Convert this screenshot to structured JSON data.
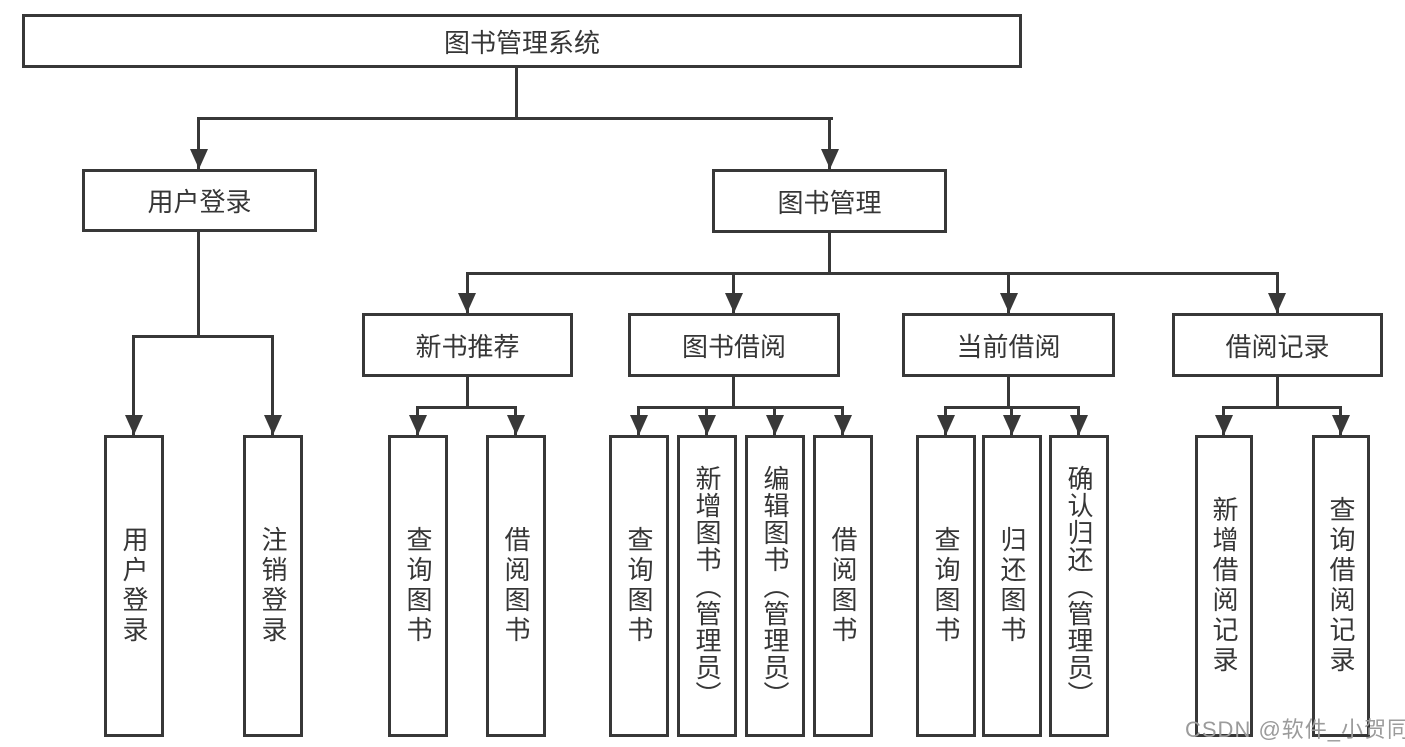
{
  "colors": {
    "background": "#ffffff",
    "line": "#383838",
    "box_border": "#383838",
    "text": "#363636",
    "watermark": "#9b9b9b"
  },
  "root": {
    "label": "图书管理系统"
  },
  "user_login": {
    "label": "用户登录",
    "children": [
      {
        "label": "用户登录"
      },
      {
        "label": "注销登录"
      }
    ]
  },
  "book_management": {
    "label": "图书管理",
    "sections": {
      "new_books": {
        "label": "新书推荐",
        "children": [
          {
            "label": "查询图书"
          },
          {
            "label": "借阅图书"
          }
        ]
      },
      "book_borrow": {
        "label": "图书借阅",
        "children": [
          {
            "label": "查询图书"
          },
          {
            "label": "新增图书（管理员）"
          },
          {
            "label": "编辑图书（管理员）"
          },
          {
            "label": "借阅图书"
          }
        ]
      },
      "current_borrow": {
        "label": "当前借阅",
        "children": [
          {
            "label": "查询图书"
          },
          {
            "label": "归还图书"
          },
          {
            "label": "确认归还（管理员）"
          }
        ]
      },
      "borrow_records": {
        "label": "借阅记录",
        "children": [
          {
            "label": "新增借阅记录"
          },
          {
            "label": "查询借阅记录"
          }
        ]
      }
    }
  },
  "watermark": {
    "text": "CSDN @软件_小贺同学"
  }
}
